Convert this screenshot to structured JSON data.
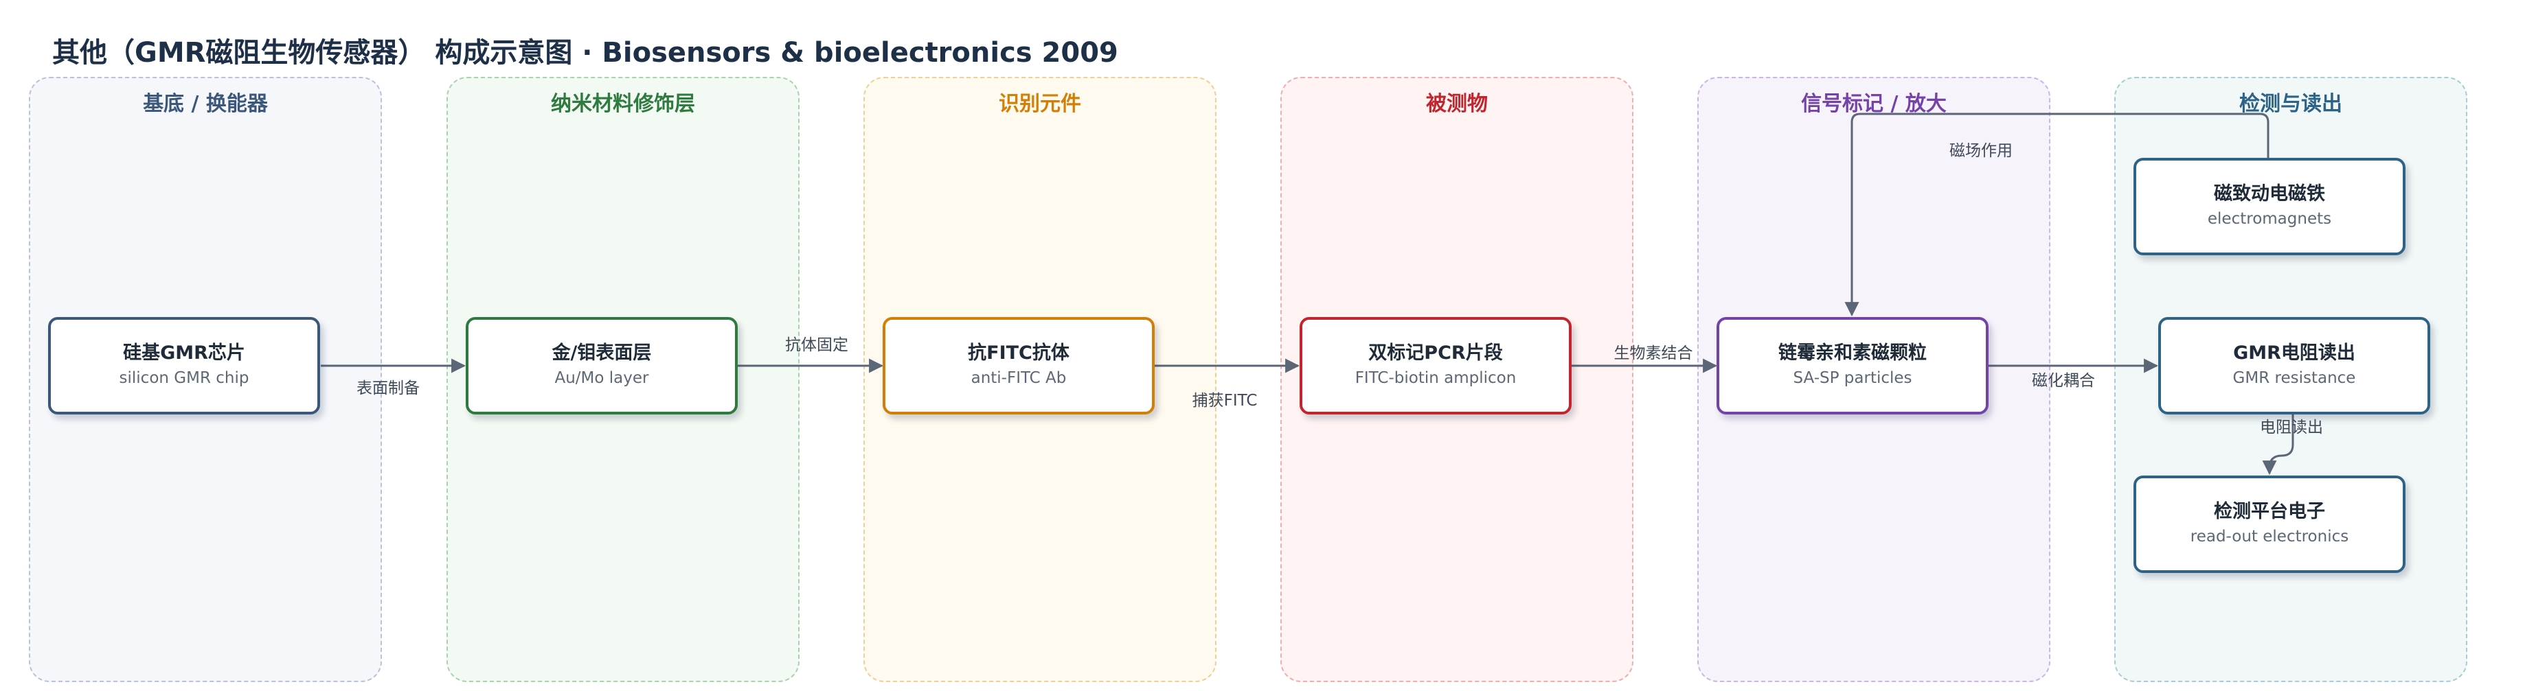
{
  "title": "其他（GMR磁阻生物传感器） 构成示意图 · Biosensors & bioelectronics 2009",
  "colors": {
    "title": "#1e3048",
    "edge": "#5b6676",
    "substrate": "#3b577a",
    "nano": "#2f7a3f",
    "recognition": "#d17f06",
    "analyte": "#c0262d",
    "label": "#7442a8",
    "detection": "#2d6386"
  },
  "columns": [
    {
      "id": "substrate",
      "title": "基底 / 换能器"
    },
    {
      "id": "nano",
      "title": "纳米材料修饰层"
    },
    {
      "id": "recognition",
      "title": "识别元件"
    },
    {
      "id": "analyte",
      "title": "被测物"
    },
    {
      "id": "label",
      "title": "信号标记 / 放大"
    },
    {
      "id": "detection",
      "title": "检测与读出"
    }
  ],
  "nodes": {
    "chip": {
      "label": "硅基GMR芯片",
      "sub": "silicon GMR chip"
    },
    "au_mo": {
      "label": "金/钼表面层",
      "sub": "Au/Mo layer"
    },
    "antibody": {
      "label": "抗FITC抗体",
      "sub": "anti-FITC Ab"
    },
    "amplicon": {
      "label": "双标记PCR片段",
      "sub": "FITC-biotin amplicon"
    },
    "particles": {
      "label": "链霉亲和素磁颗粒",
      "sub": "SA-SP particles"
    },
    "electromagnets": {
      "label": "磁致动电磁铁",
      "sub": "electromagnets"
    },
    "gmr_readout": {
      "label": "GMR电阻读出",
      "sub": "GMR resistance"
    },
    "electronics": {
      "label": "检测平台电子",
      "sub": "read-out electronics"
    }
  },
  "edges": {
    "surface_prep": "表面制备",
    "ab_fix": "抗体固定",
    "capture_fitc": "捕获FITC",
    "bio_binding": "生物素结合",
    "mag_coupling": "磁化耦合",
    "field_action": "磁场作用",
    "resistance_readout": "电阻读出"
  }
}
